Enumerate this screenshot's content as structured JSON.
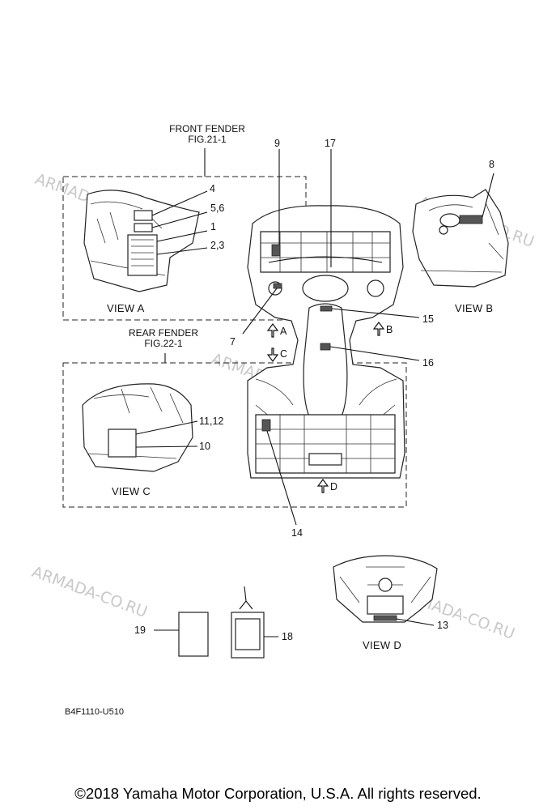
{
  "headers": {
    "front_fender": "FRONT FENDER",
    "front_fig": "FIG.21-1",
    "rear_fender": "REAR FENDER",
    "rear_fig": "FIG.22-1"
  },
  "views": {
    "a": "VIEW A",
    "b": "VIEW B",
    "c": "VIEW C",
    "d": "VIEW D"
  },
  "arrows": {
    "a": "A",
    "b": "B",
    "c": "C",
    "d": "D"
  },
  "callouts": {
    "c1": "1",
    "c23": "2,3",
    "c4": "4",
    "c56": "5,6",
    "c7": "7",
    "c8": "8",
    "c9": "9",
    "c10": "10",
    "c1112": "11,12",
    "c13": "13",
    "c14": "14",
    "c15": "15",
    "c16": "16",
    "c17": "17",
    "c18": "18",
    "c19": "19"
  },
  "drawing_code": "B4F1110-U510",
  "watermark": "ARMADA-CO.RU",
  "copyright": "©2018 Yamaha Motor Corporation, U.S.A. All rights reserved."
}
